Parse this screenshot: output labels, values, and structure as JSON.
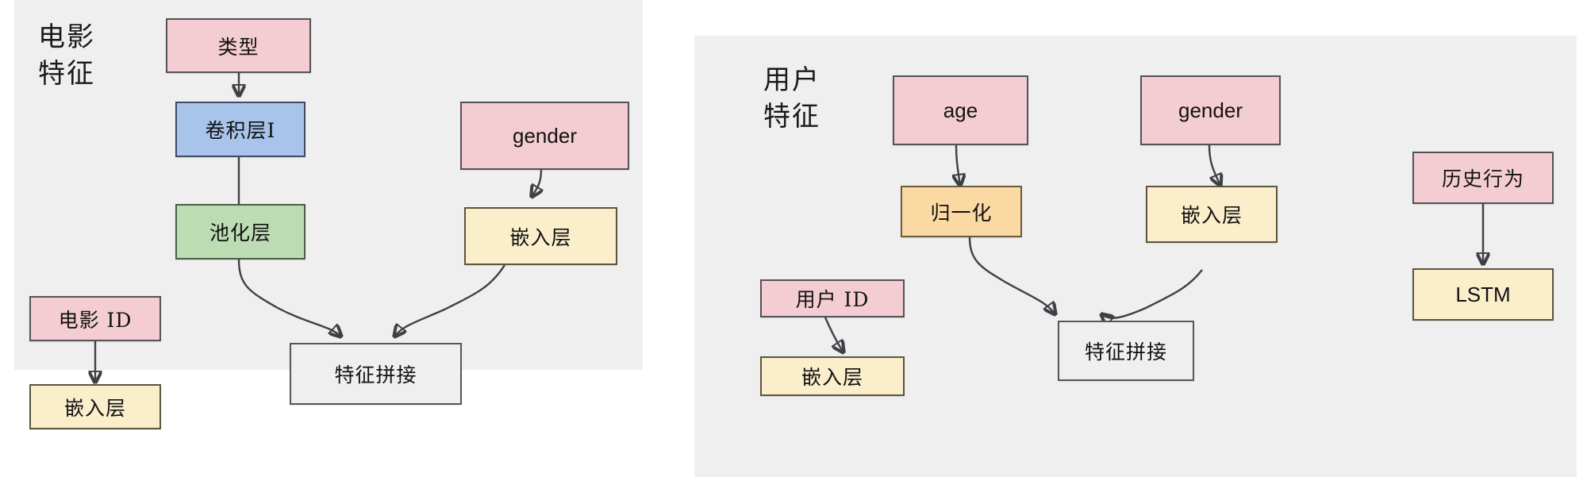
{
  "diagram": {
    "title_left": "电影\n特征",
    "title_right": "用户\n特征",
    "colors": {
      "panel_bg": "#efefef",
      "page_bg": "#ffffff",
      "pink": "#f4cdd2",
      "blue": "#a8c4ea",
      "green": "#bcdcb4",
      "yellow": "#fbeecb",
      "orange": "#fbd9a3",
      "gray": "#efefef",
      "edge": "#3f3f46",
      "border": "#4c4a4f"
    }
  },
  "left_panel": {
    "label": "电影\n特征",
    "nodes": {
      "genre": "类型",
      "conv": "卷积层I",
      "pool": "池化层",
      "movie_id": "电影 ID",
      "movie_id_embed": "嵌入层",
      "gender": "gender",
      "gender_embed": "嵌入层",
      "concat": "特征拼接"
    }
  },
  "right_panel": {
    "label": "用户\n特征",
    "nodes": {
      "age": "age",
      "normalize": "归一化",
      "gender": "gender",
      "gender_embed": "嵌入层",
      "user_id": "用户 ID",
      "user_id_embed": "嵌入层",
      "concat": "特征拼接",
      "history": "历史行为",
      "lstm": "LSTM"
    }
  }
}
